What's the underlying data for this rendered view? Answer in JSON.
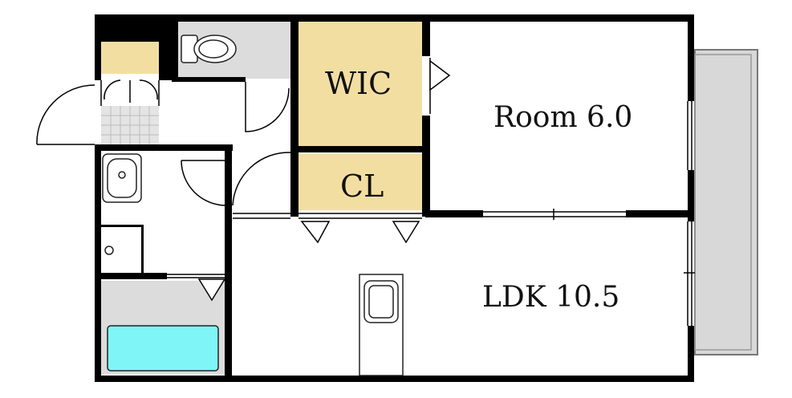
{
  "rooms": {
    "wic": {
      "label": "WIC"
    },
    "cl": {
      "label": "CL"
    },
    "room": {
      "label": "Room 6.0"
    },
    "ldk": {
      "label": "LDK 10.5"
    }
  },
  "colors": {
    "wall": "#000000",
    "closet_fill": "#f3dea2",
    "service_fill": "#dcdcdc",
    "tile_fill": "#e4e4e4",
    "bathtub_fill": "#7ff5f7",
    "balcony_fill": "#d8d8d8"
  },
  "icons": [
    "toilet-icon",
    "washbasin-icon",
    "bathtub-icon",
    "kitchen-sink-icon"
  ]
}
